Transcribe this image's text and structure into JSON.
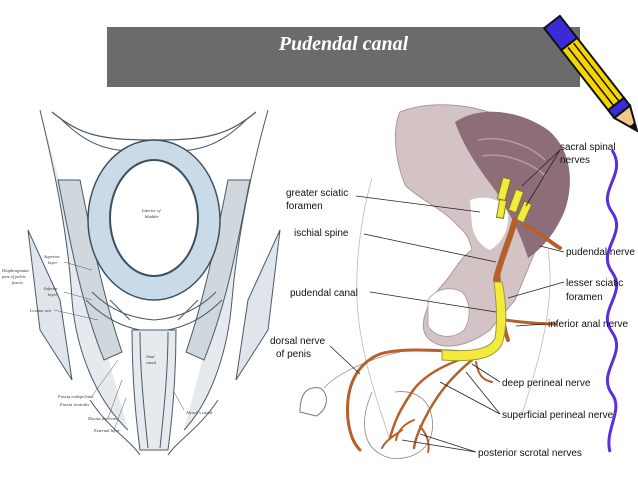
{
  "slide": {
    "title": "Pudendal canal"
  },
  "right_labels": {
    "sacral_spinal_nerves_1": "sacral spinal",
    "sacral_spinal_nerves_2": "nerves",
    "greater_sciatic_1": "greater sciatic",
    "greater_sciatic_2": "foramen",
    "ischial_spine": "ischial spine",
    "pudendal_nerve": "pudendal nerve",
    "lesser_sciatic_1": "lesser sciatic",
    "lesser_sciatic_2": "foramen",
    "pudendal_canal": "pudendal canal",
    "inferior_anal_nerve": "inferior anal nerve",
    "dorsal_nerve_1": "dorsal nerve",
    "dorsal_nerve_2": "of penis",
    "deep_perineal_nerve": "deep perineal nerve",
    "superficial_perineal_nerve": "superficial perineal nerve",
    "posterior_scrotal_nerves": "posterior scrotal nerves"
  },
  "left_labels": {
    "bladder_1": "Interior of",
    "bladder_2": "bladder",
    "superior_layer_1": "Superior",
    "superior_layer_2": "layer",
    "diaphragmatic_1": "Diaphragmatic",
    "diaphragmatic_2": "part of pelvic",
    "diaphragmatic_3": "fascia",
    "inferior_layer_1": "Inferior",
    "inferior_layer_2": "layer",
    "levator_ani": "Levator ani",
    "urethra_1": "Anal",
    "urethra_2": "canal",
    "alcock": "Alcock's canal",
    "fascia_obt_1": "Fascia endopelvina",
    "fascia_obt_2": "Fascia ventralis",
    "ductus": "Ductus deferens",
    "external_layer": "External layer"
  },
  "colors": {
    "title_bar": "#6b6b6b",
    "pelvis_bone": "#d3c3c4",
    "sacrum_dark": "#8d6d78",
    "nerve_brown": "#b5602a",
    "nerve_yellow": "#f4ea3a",
    "pencil_yellow": "#f5d400",
    "pencil_blue": "#3a2bd6",
    "squiggle": "#5a2fe0"
  },
  "icons": [
    "pencil-icon"
  ]
}
